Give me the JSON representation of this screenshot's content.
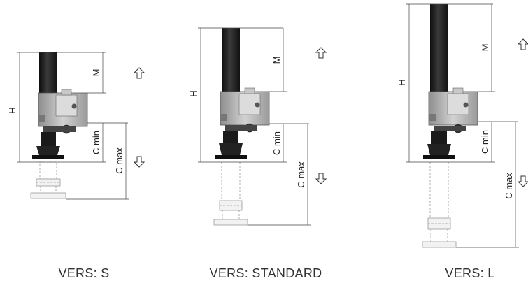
{
  "labels": {
    "h": "H",
    "m": "M",
    "c_min": "C min",
    "c_max": "C max"
  },
  "versions": [
    {
      "label": "VERS: S"
    },
    {
      "label": "VERS: STANDARD"
    },
    {
      "label": "VERS: L"
    }
  ],
  "colors": {
    "column": "#1c1c1c",
    "body": "#b8b8b8",
    "line": "#444444",
    "ghost": "#9a9a9a"
  },
  "icons": [
    "up-arrow-icon",
    "down-arrow-icon"
  ]
}
